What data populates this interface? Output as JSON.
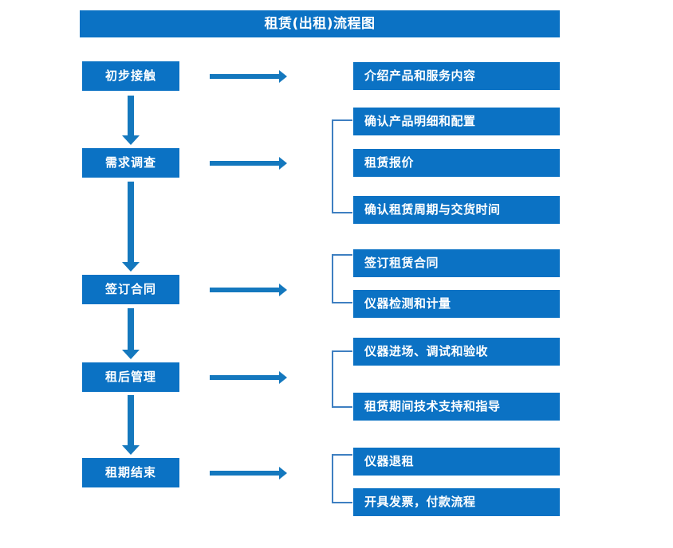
{
  "diagram": {
    "title": "租赁(出租)流程图",
    "accent_color": "#0B72C4",
    "arrow_color": "#1478BE",
    "bracket_color": "#3E7FC1",
    "text_color": "#FFFFFF",
    "background_color": "#FFFFFF"
  },
  "stages": [
    {
      "label": "初步接触"
    },
    {
      "label": "需求调查"
    },
    {
      "label": "签订合同"
    },
    {
      "label": "租后管理"
    },
    {
      "label": "租期结束"
    }
  ],
  "details": [
    {
      "label": "介绍产品和服务内容"
    },
    {
      "label": "确认产品明细和配置"
    },
    {
      "label": "租赁报价"
    },
    {
      "label": "确认租赁周期与交货时间"
    },
    {
      "label": "签订租赁合同"
    },
    {
      "label": "仪器检测和计量"
    },
    {
      "label": "仪器进场、调试和验收"
    },
    {
      "label": "租赁期间技术支持和指导"
    },
    {
      "label": "仪器退租"
    },
    {
      "label": "开具发票，付款流程"
    }
  ],
  "icons": {
    "arrow_down": "down-arrow-icon",
    "arrow_right": "right-arrow-icon",
    "bracket": "group-bracket-icon"
  }
}
